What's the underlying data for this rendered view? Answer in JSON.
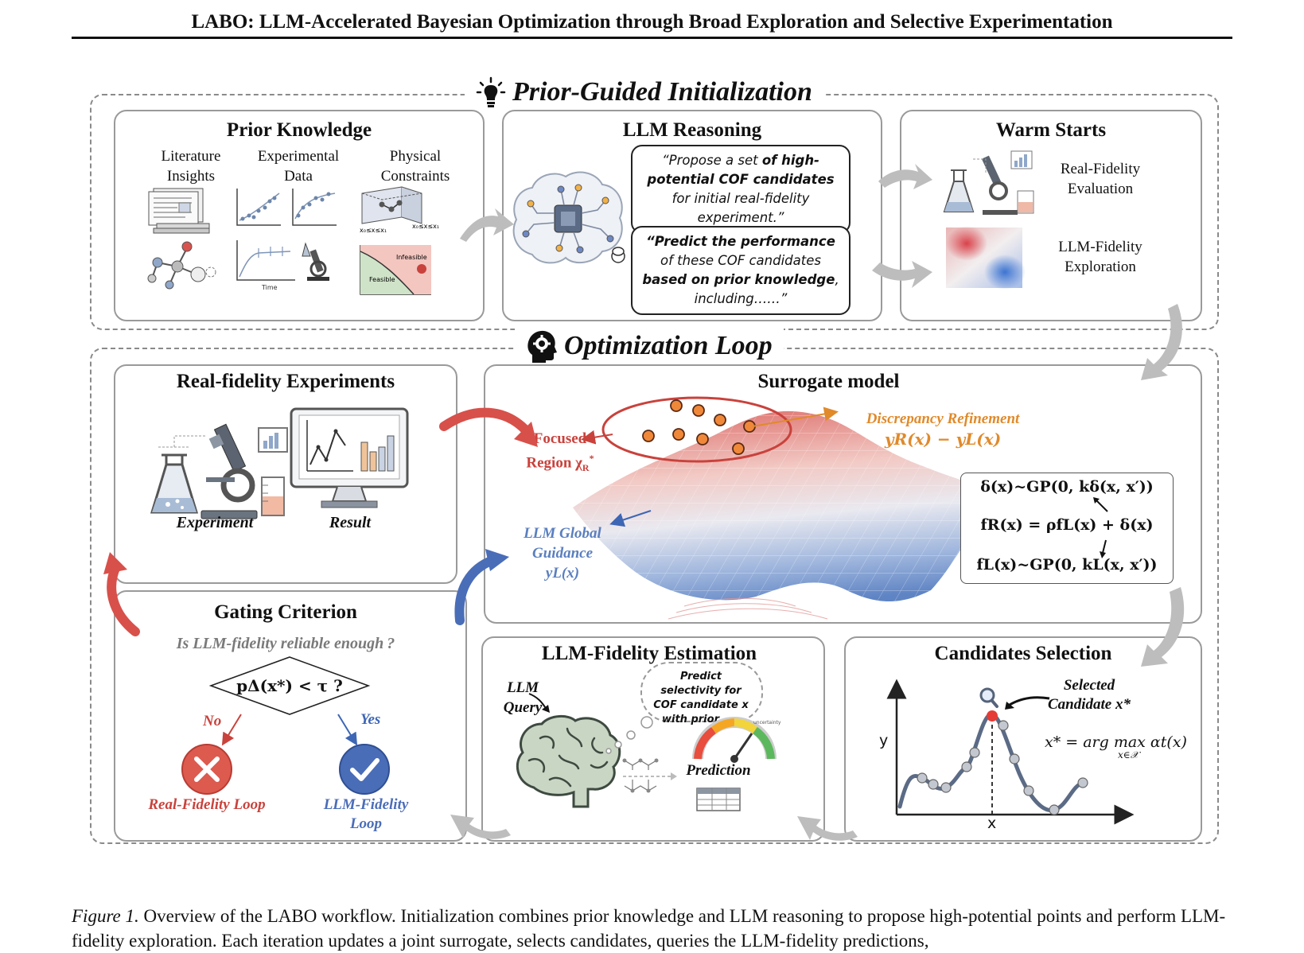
{
  "header": {
    "title": "LABO: LLM-Accelerated Bayesian Optimization through Broad Exploration and Selective Experimentation"
  },
  "sections": {
    "init_label": "Prior-Guided Initialization",
    "loop_label": "Optimization Loop"
  },
  "prior_knowledge": {
    "title": "Prior Knowledge",
    "col1": "Literature Insights",
    "col2": "Experimental Data",
    "col3": "Physical Constraints",
    "time_axis": "Time",
    "constraint_left": "x₀≤x≤x₁",
    "constraint_right": "x₀≤x≤x₁",
    "feasible": "Feasible",
    "infeasible": "Infeasible"
  },
  "llm_reasoning": {
    "title": "LLM Reasoning",
    "bubble1_pre": "“Propose a set ",
    "bubble1_bold1": "of high-potential COF candidates",
    "bubble1_post": " for initial real-fidelity experiment.”",
    "bubble2_bold1": "“Predict the performance",
    "bubble2_mid": " of these COF candidates ",
    "bubble2_bold2": "based on prior knowledge",
    "bubble2_post": ", including……”"
  },
  "warm_starts": {
    "title": "Warm Starts",
    "item1": "Real-Fidelity Evaluation",
    "item2": "LLM-Fidelity Exploration"
  },
  "real_fidelity": {
    "title": "Real-fidelity Experiments",
    "experiment": "Experiment",
    "result": "Result"
  },
  "surrogate": {
    "title": "Surrogate model",
    "focused_region": "Focused Region χ*R",
    "focused_line1": "Focused",
    "focused_line2": "Region χ",
    "discrepancy_title": "Discrepancy Refinement",
    "discrepancy_formula": "yR(x) − yL(x)",
    "llm_guidance_line1": "LLM Global",
    "llm_guidance_line2": "Guidance",
    "llm_guidance_line3": "yL(x)",
    "eq1": "δ(x)~GP(0, kδ(x, x′))",
    "eq2": "fR(x) = ρfL(x) + δ(x)",
    "eq3": "fL(x)~GP(0, kL(x, x′))"
  },
  "gating": {
    "title": "Gating Criterion",
    "question": "Is LLM-fidelity reliable enough ?",
    "condition": "pΔ(x*) < τ ?",
    "no": "No",
    "yes": "Yes",
    "real_loop": "Real-Fidelity Loop",
    "llm_loop": "LLM-Fidelity Loop"
  },
  "llm_estimation": {
    "title": "LLM-Fidelity Estimation",
    "query": "LLM Query",
    "thought": "Predict selectivity for COF candidate x with prior……",
    "uncertainty": "uncertainty",
    "prediction": "Prediction"
  },
  "candidates": {
    "title": "Candidates Selection",
    "selected": "Selected Candidate x*",
    "formula": "x* = arg max αt(x)",
    "formula_sub": "x∈𝒳",
    "y_axis": "y",
    "x_axis": "x"
  },
  "caption": {
    "label": "Figure 1.",
    "text": " Overview of the LABO workflow. Initialization combines prior knowledge and LLM reasoning to propose high-potential points and perform LLM-fidelity exploration. Each iteration updates a joint surrogate, selects candidates, queries the LLM-fidelity predictions,"
  },
  "colors": {
    "red_accent": "#c9423c",
    "blue_accent": "#3d66b5",
    "orange_accent": "#e08a2a",
    "panel_border": "#9a9a9a",
    "arrow_gray": "#bdbdbd"
  }
}
